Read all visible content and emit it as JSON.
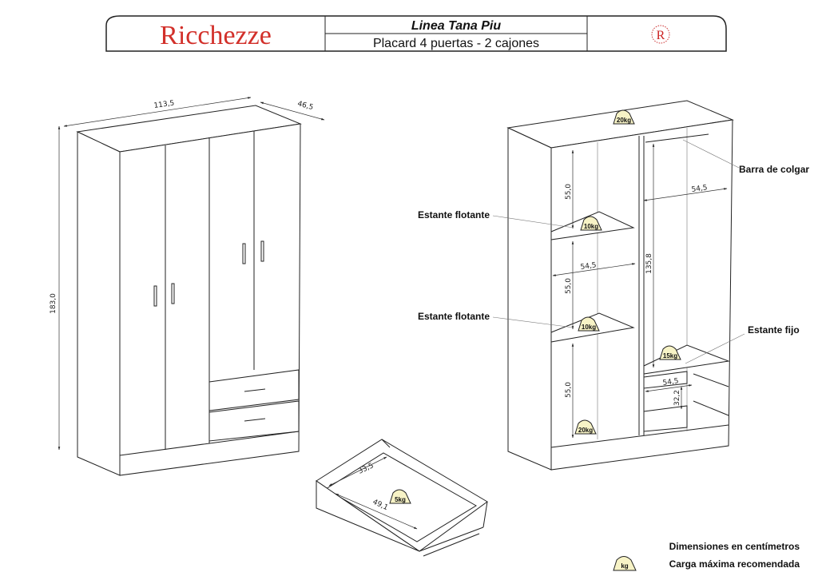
{
  "header": {
    "brand": "Ricchezze",
    "line": "Linea Tana Piu",
    "product": "Placard 4 puertas - 2 cajones",
    "seal_letter": "R",
    "brand_color": "#d2302a"
  },
  "closed_view": {
    "width": "113,5",
    "depth": "46,5",
    "height": "183,0"
  },
  "open_view": {
    "weights": {
      "top": "20kg",
      "shelf1": "10kg",
      "shelf2": "10kg",
      "fixed_shelf": "15kg",
      "bottom": "20kg"
    },
    "dims": {
      "left_h1": "55,0",
      "left_h2": "55,0",
      "left_h3": "55,0",
      "left_w": "54,5",
      "right_w": "54,5",
      "right_h": "135,8",
      "drawer_w": "54,5",
      "drawer_h": "32,2"
    },
    "labels": {
      "hanging_bar": "Barra de colgar",
      "floating_shelf_1": "Estante flotante",
      "floating_shelf_2": "Estante flotante",
      "fixed_shelf": "Estante fijo"
    }
  },
  "drawer_view": {
    "weight": "5kg",
    "depth": "33,5",
    "width": "49,1"
  },
  "legend": {
    "units": "Dimensiones en centímetros",
    "kg_icon": "kg",
    "max_load": "Carga máxima recomendada"
  }
}
